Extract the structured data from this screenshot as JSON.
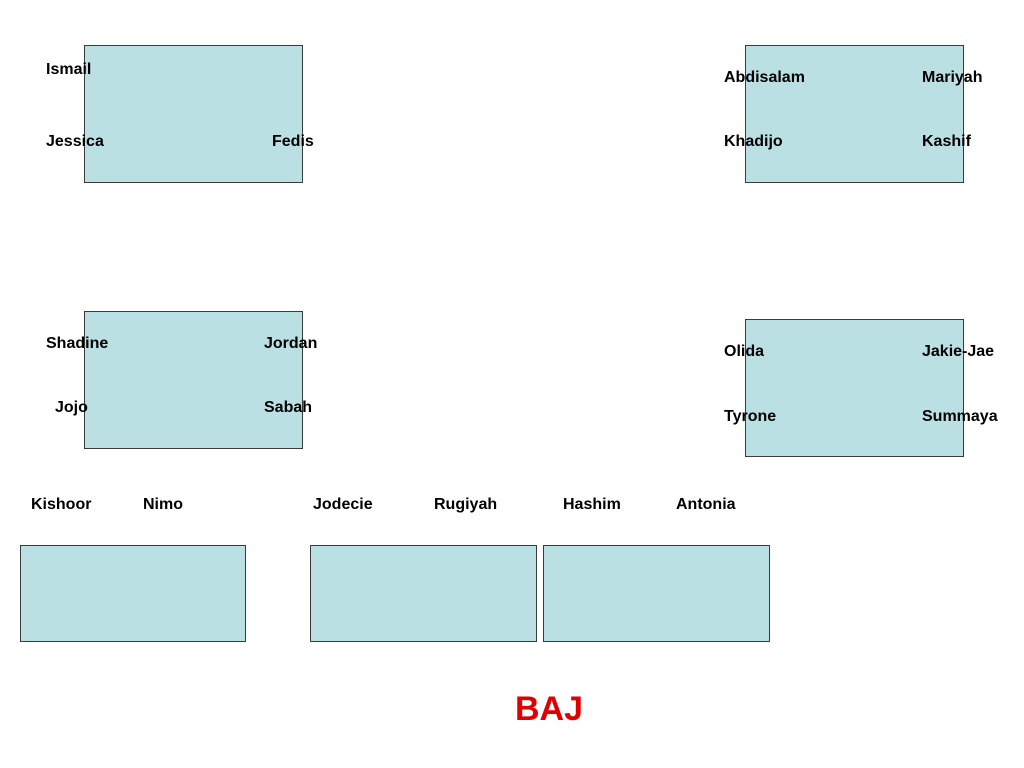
{
  "colors": {
    "table_fill": "#bae0e3",
    "table_border": "#3a3a3a",
    "footer_text": "#e00000"
  },
  "tables": [
    {
      "id": "table-1",
      "names": [
        "Ismail",
        "Jessica",
        "Fedis"
      ]
    },
    {
      "id": "table-2",
      "names": [
        "Abdisalam",
        "Mariyah",
        "Khadijo",
        "Kashif"
      ]
    },
    {
      "id": "table-3",
      "names": [
        "Shadine",
        "Jordan",
        "Jojo",
        "Sabah"
      ]
    },
    {
      "id": "table-4",
      "names": [
        "Olida",
        "Jakie-Jae",
        "Tyrone",
        "Summaya"
      ]
    },
    {
      "id": "table-5",
      "names": [
        "Kishoor",
        "Nimo"
      ]
    },
    {
      "id": "table-6",
      "names": [
        "Jodecie",
        "Rugiyah"
      ]
    },
    {
      "id": "table-7",
      "names": [
        "Hashim",
        "Antonia"
      ]
    }
  ],
  "footer": "BAJ"
}
